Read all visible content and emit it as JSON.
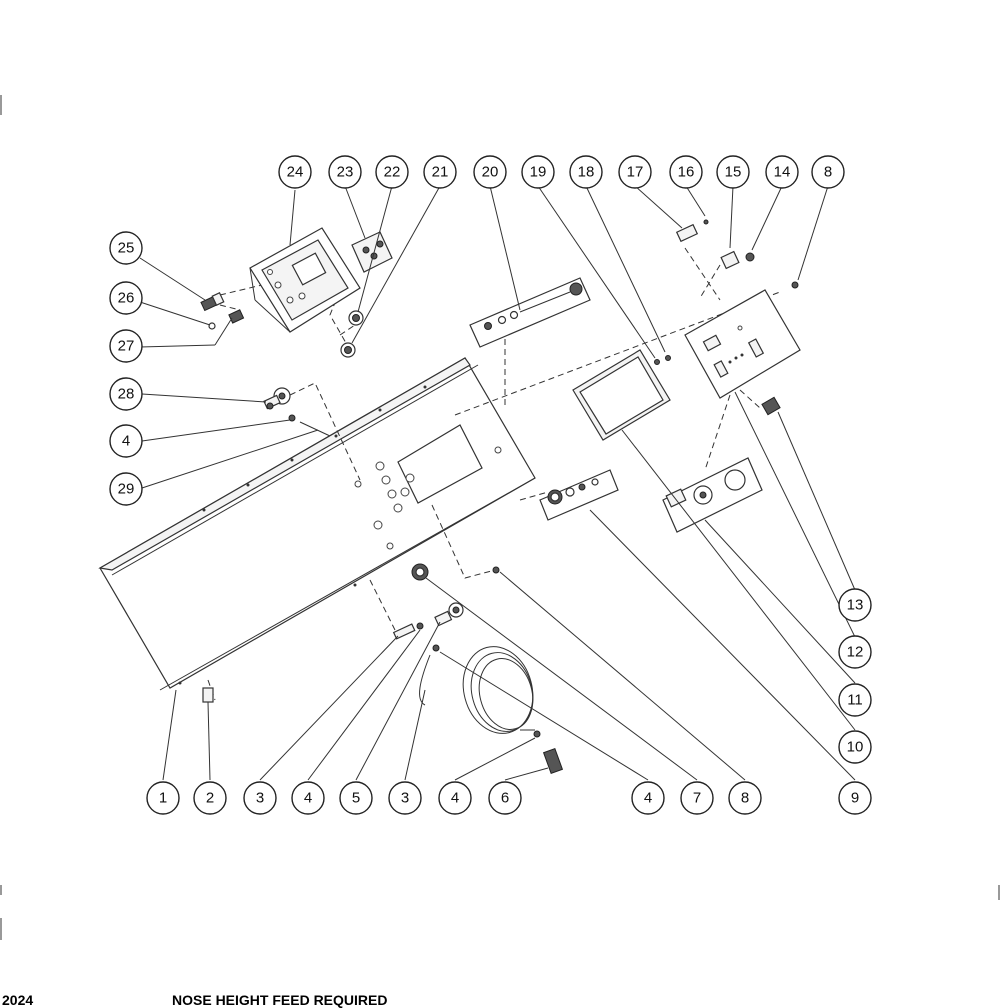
{
  "diagram": {
    "callouts": [
      "1",
      "2",
      "3",
      "4",
      "5",
      "3",
      "4",
      "6",
      "4",
      "7",
      "8",
      "9",
      "10",
      "11",
      "12",
      "13",
      "8",
      "14",
      "15",
      "16",
      "17",
      "18",
      "19",
      "20",
      "21",
      "22",
      "23",
      "24",
      "25",
      "26",
      "27",
      "28",
      "4",
      "29"
    ]
  },
  "footer": {
    "left_fragment": "2024",
    "title_fragment": "NOSE HEIGHT FEED REQUIRED"
  }
}
